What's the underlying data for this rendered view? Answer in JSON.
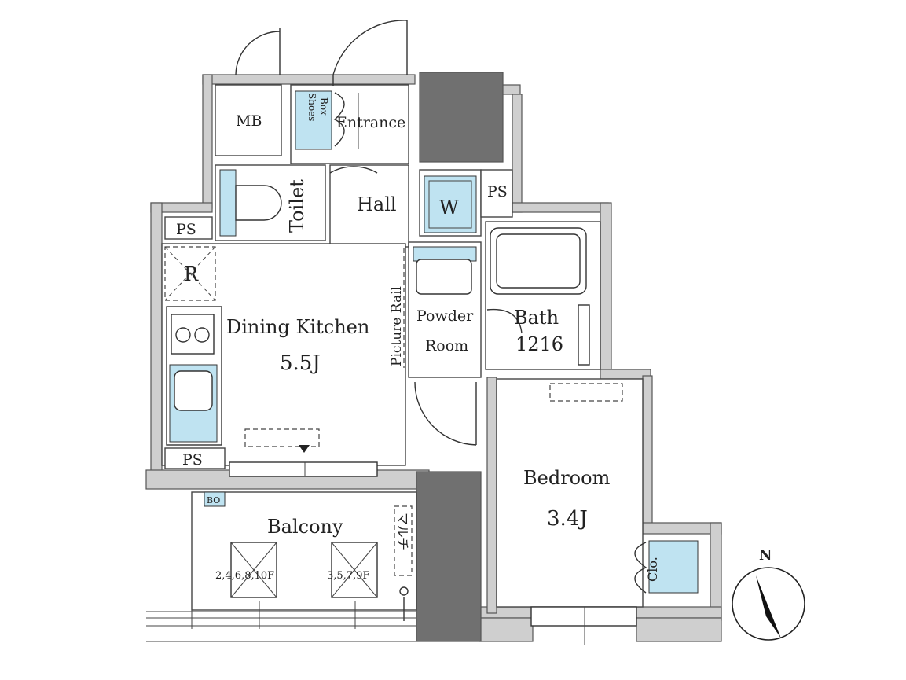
{
  "rooms": {
    "mb": "MB",
    "shoes_box": "Shoes Box",
    "shoes_line1": "Shoes",
    "shoes_line2": "Box",
    "entrance": "Entrance",
    "toilet": "Toilet",
    "hall": "Hall",
    "washer": "W",
    "ps_top_right": "PS",
    "ps_left_top": "PS",
    "ps_left_bottom": "PS",
    "refrigerator": "R",
    "dining_kitchen": "Dining Kitchen",
    "dining_kitchen_size": "5.5J",
    "picture_rail": "Picture Rail",
    "powder_room_line1": "Powder",
    "powder_room_line2": "Room",
    "bath": "Bath",
    "bath_size": "1216",
    "bedroom": "Bedroom",
    "bedroom_size": "3.4J",
    "closet": "Clo.",
    "balcony": "Balcony",
    "balcony_unit_left": "2,4,6,8,10F",
    "balcony_unit_right": "3,5,7,9F",
    "multi": "マルチ",
    "bo_tag": "BO",
    "north": "N"
  },
  "colors": {
    "wall_fill": "#cfcfcf",
    "dark_fill": "#707070",
    "fixture_blue": "#bfe3f1",
    "line": "#444444"
  }
}
